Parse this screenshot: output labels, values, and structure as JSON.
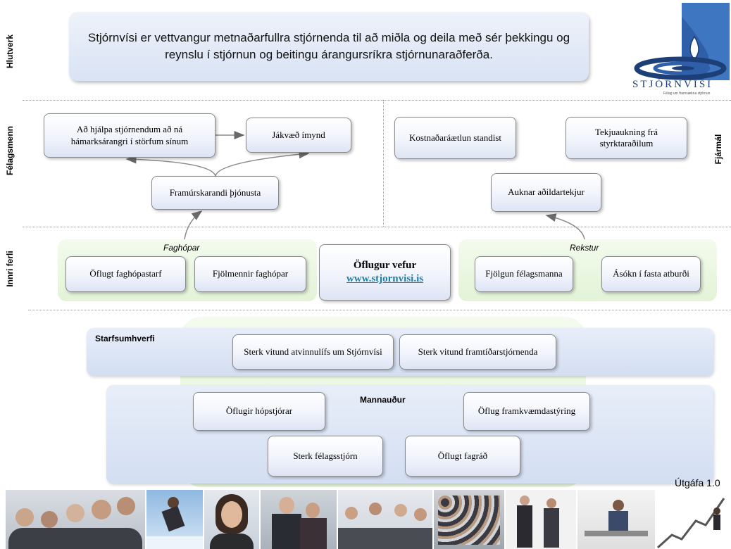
{
  "mission_text": "Stjórnvísi er vettvangur metnaðarfullra stjórnenda til að miðla og deila með sér þekkingu og reynslu í stjórnun og beitingu árangursríkra stjórnunaraðferða.",
  "logo": {
    "name": "STJÓRNVÍSI",
    "tagline": "Félag um framsækna stjórnun"
  },
  "perspectives": {
    "hlutverk": "Hlutverk",
    "felagsmenn": "Félagsmenn",
    "fjarmal": "Fjármál",
    "innri_ferli": "Innri ferli"
  },
  "felagsmenn": {
    "help_managers": "Að hjálpa stjórnendum að ná hámarksárangri í störfum sínum",
    "positive_image": "Jákvæð ímynd",
    "excellent_service": "Framúrskarandi þjónusta"
  },
  "fjarmal": {
    "budget": "Kostnaðaráætlun standist",
    "sponsor_income": "Tekjuaukning frá styrktaraðilum",
    "member_income": "Auknar aðildartekjur"
  },
  "innri_ferli": {
    "faghopar_label": "Faghópar",
    "strong_groups": "Öflugt faghópastarf",
    "large_groups": "Fjölmennir faghópar",
    "web_title": "Öflugur vefur",
    "web_link": "www.stjornvisi.is",
    "rekstur_label": "Rekstur",
    "member_growth": "Fjölgun félagsmanna",
    "event_attendance": "Ásókn í fasta atburði"
  },
  "starfsumhverfi": {
    "label": "Starfsumhverfi",
    "business_awareness": "Sterk vitund atvinnulífs um Stjórnvísi",
    "future_awareness": "Sterk vitund framtíðarstjórnenda"
  },
  "mannaudur": {
    "label": "Mannauður",
    "group_leaders": "Öflugir hópstjórar",
    "exec_management": "Öflug framkvæmdastýring",
    "board": "Sterk félagsstjórn",
    "council": "Öflugt fagráð"
  },
  "version": "Útgáfa 1.0",
  "colors": {
    "green_panel": "#e2f3d6",
    "blue_panel": "#d3def2",
    "link": "#1a7fa8",
    "logo_blue": "#2f5fa8"
  }
}
